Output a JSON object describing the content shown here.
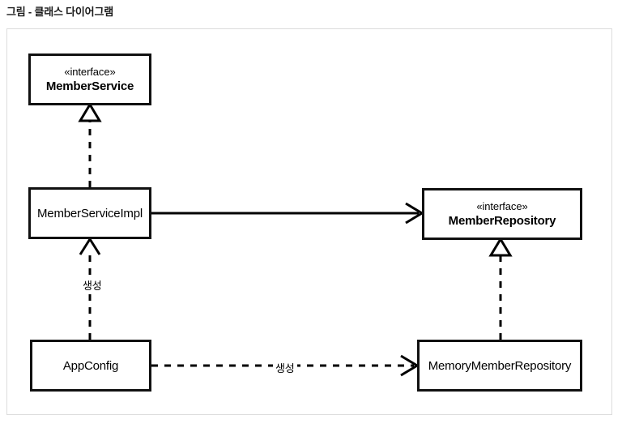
{
  "page": {
    "title": "그림 - 클래스 다이어그램"
  },
  "diagram": {
    "type": "uml-class-diagram",
    "stereotype_label": "«interface»",
    "classes": [
      {
        "id": "member-service",
        "stereotype": "«interface»",
        "name": "MemberService",
        "bold": true
      },
      {
        "id": "member-service-impl",
        "stereotype": "",
        "name": "MemberServiceImpl",
        "bold": false
      },
      {
        "id": "member-repository",
        "stereotype": "«interface»",
        "name": "MemberRepository",
        "bold": true
      },
      {
        "id": "app-config",
        "stereotype": "",
        "name": "AppConfig",
        "bold": false
      },
      {
        "id": "memory-member-repository",
        "stereotype": "",
        "name": "MemoryMemberRepository",
        "bold": false
      }
    ],
    "relations": [
      {
        "id": "impl-realizes-service",
        "from": "MemberServiceImpl",
        "to": "MemberService",
        "kind": "realization",
        "line": "dashed",
        "arrowhead": "hollow-triangle",
        "label": ""
      },
      {
        "id": "impl-uses-repository",
        "from": "MemberServiceImpl",
        "to": "MemberRepository",
        "kind": "association",
        "line": "solid",
        "arrowhead": "open",
        "label": ""
      },
      {
        "id": "memory-realizes-repository",
        "from": "MemoryMemberRepository",
        "to": "MemberRepository",
        "kind": "realization",
        "line": "dashed",
        "arrowhead": "hollow-triangle",
        "label": ""
      },
      {
        "id": "appconfig-creates-impl",
        "from": "AppConfig",
        "to": "MemberServiceImpl",
        "kind": "dependency",
        "line": "dashed",
        "arrowhead": "open",
        "label": "생성"
      },
      {
        "id": "appconfig-creates-memory",
        "from": "AppConfig",
        "to": "MemoryMemberRepository",
        "kind": "dependency",
        "line": "dashed",
        "arrowhead": "open",
        "label": "생성"
      }
    ],
    "colors": {
      "box_border": "#111111",
      "frame_border": "#dcdcdc",
      "line": "#000000",
      "background": "#ffffff",
      "text": "#000000"
    }
  }
}
